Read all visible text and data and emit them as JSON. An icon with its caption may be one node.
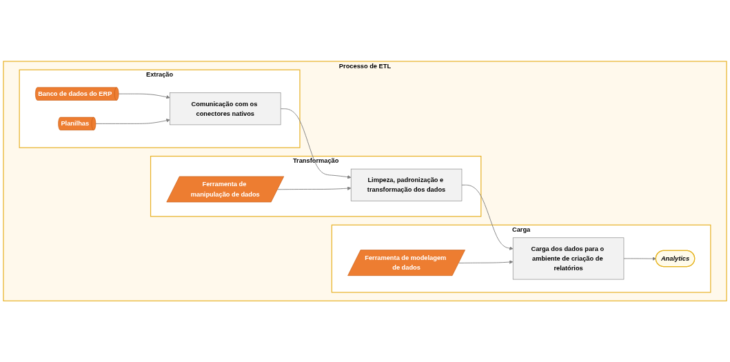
{
  "diagram": {
    "nodes": [
      {
        "text": [
          "Processo de ETL"
        ]
      },
      {
        "text": [
          "Extração"
        ],
        "in": 0
      },
      {
        "text": [
          "Banco de dados do ERP"
        ],
        "in": 1
      },
      {
        "text": [
          "Comunicação com os conectores nativos"
        ],
        "in": 1
      },
      {
        "text": [
          "Planilhas"
        ],
        "in": 1
      },
      {
        "text": [
          "Transformação"
        ],
        "in": 0
      },
      {
        "text": [
          "Ferramenta de manipulação de dados"
        ],
        "in": 5
      },
      {
        "text": [
          "Limpeza, padronização e transformação dos dados"
        ],
        "in": 5
      },
      {
        "text": [
          "Carga"
        ],
        "in": 0
      },
      {
        "text": [
          "Ferramenta de modelagem de dados"
        ],
        "in": 8
      },
      {
        "text": [
          "Carga dos dados para o ambiente de criação de relatórios"
        ],
        "in": 8
      },
      {
        "text": [
          "Analytics"
        ],
        "in": 8
      }
    ],
    "edges": [
      {
        "from": 2,
        "to": 3,
        "arrow": "to"
      },
      {
        "from": 4,
        "to": 3,
        "arrow": "to"
      },
      {
        "from": 3,
        "to": 7,
        "arrow": "to"
      },
      {
        "from": 6,
        "to": 7,
        "arrow": "to"
      },
      {
        "from": 7,
        "to": 10,
        "arrow": "to"
      },
      {
        "from": 9,
        "to": 10,
        "arrow": "to"
      },
      {
        "from": 10,
        "to": 11,
        "arrow": "to"
      }
    ]
  }
}
